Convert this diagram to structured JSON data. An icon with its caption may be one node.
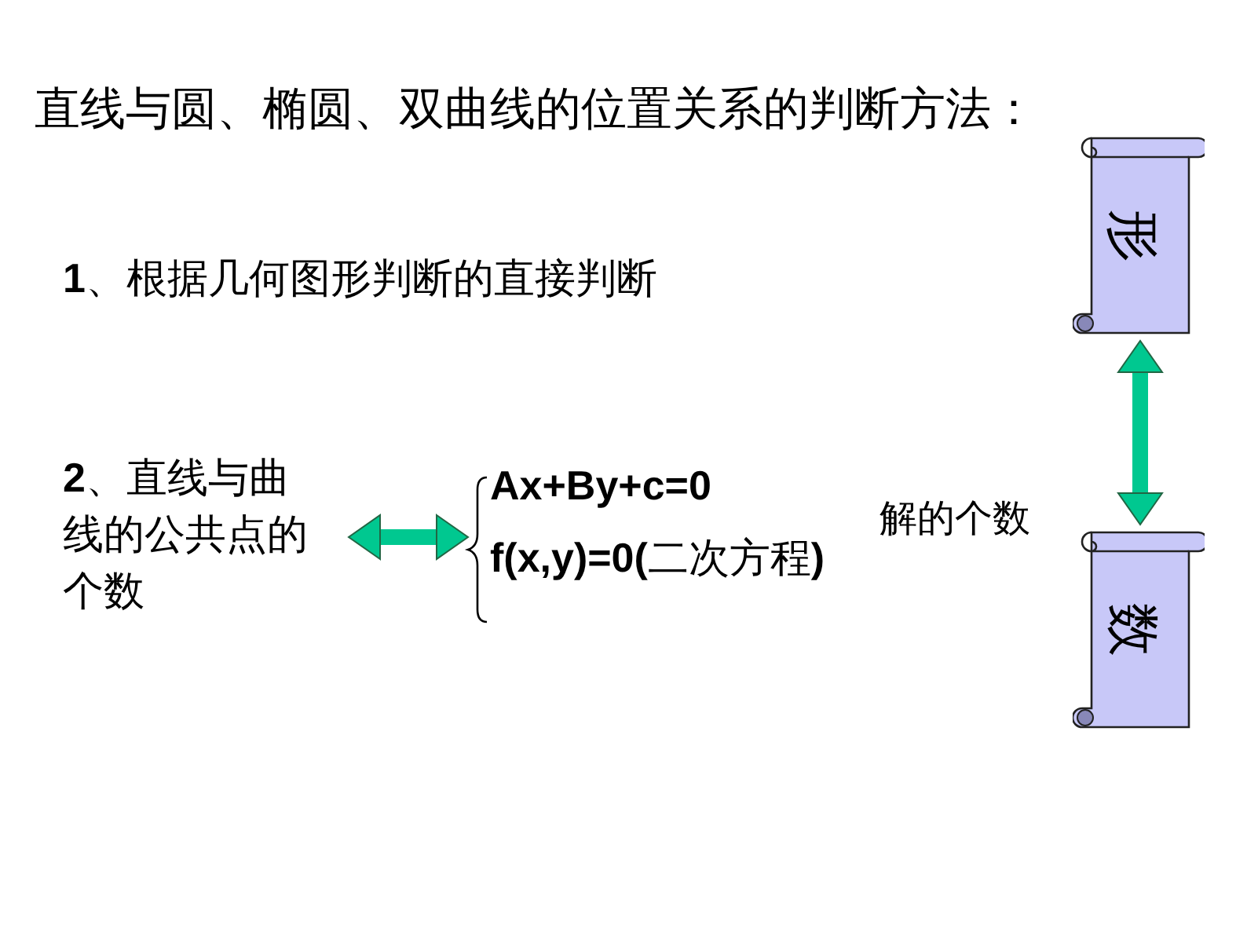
{
  "diagram": {
    "title": "直线与圆、椭圆、双曲线的位置关系的判断方法：",
    "nodes": [
      {
        "text": [
          "**2**、直线与曲线的公共点的个数"
        ]
      },
      {
        "text": [
          "Ax+By+c=0",
          "**f(x,y)=0(**二次方程**)**"
        ]
      },
      {
        "text": [
          "形"
        ]
      },
      {
        "text": [
          "数"
        ]
      }
    ],
    "edges": [
      {
        "from": 0,
        "to": 1,
        "arrow": "both"
      },
      {
        "from": 2,
        "to": 3,
        "arrow": "both"
      }
    ],
    "labels": [
      "**1**、根据几何图形判断的直接判断",
      "解的个数"
    ]
  }
}
